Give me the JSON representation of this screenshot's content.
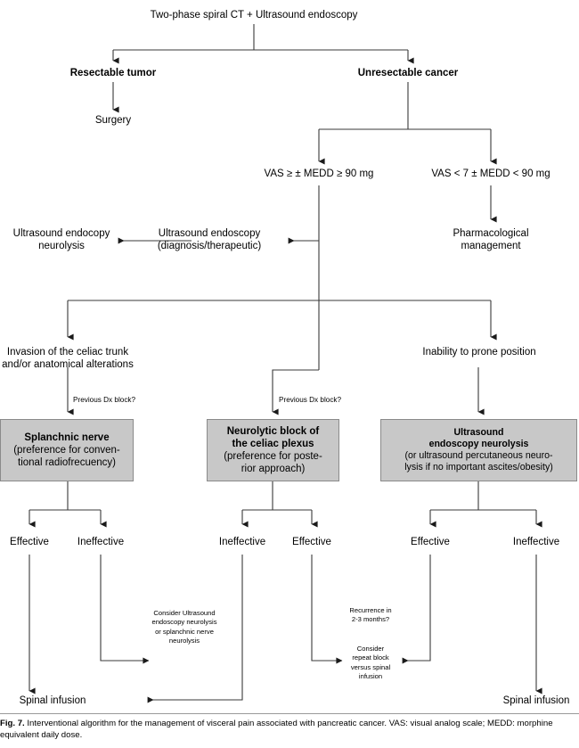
{
  "figure": {
    "label": "Fig. 7.",
    "caption": "Interventional algorithm for the management of visceral pain associated with pancreatic cancer. VAS: visual analog scale; MEDD: morphine equivalent daily dose."
  },
  "nodes": {
    "root": "Two-phase spiral CT + Ultrasound endoscopy",
    "resectable": "Resectable tumor",
    "surgery": "Surgery",
    "unresectable": "Unresectable cancer",
    "vas_high": "VAS ≥ ± MEDD ≥ 90 mg",
    "vas_low": "VAS < 7 ± MEDD < 90 mg",
    "us_endoscopy": "Ultrasound endoscopy\n(diagnosis/therapeutic)",
    "us_neurolysis": "Ultrasound endocopy\nneurolysis",
    "pharmacological": "Pharmacological\nmanagement",
    "invasion": "Invasion of the celiac trunk\nand/or anatomical alterations",
    "inability": "Inability to prone position",
    "prev_dx_1": "Previous Dx block?",
    "prev_dx_2": "Previous Dx block?",
    "consider_us": "Consider Ultrasound\nendoscopy neurolysis\nor splanchnic nerve\nneurolysis",
    "recurrence": "Recurrence in\n2-3 months?",
    "consider_repeat": "Consider\nrepeat block\nversus spinal\ninfusion",
    "spinal_left": "Spinal infusion",
    "spinal_right": "Spinal infusion"
  },
  "boxes": [
    {
      "id": "splanchnic",
      "head": "Splanchnic nerve",
      "sub": "(preference for conven-\ntional radiofrecuency)"
    },
    {
      "id": "neurolytic",
      "head": "Neurolytic block of\nthe celiac plexus",
      "sub": "(preference for poste-\nrior approach)"
    },
    {
      "id": "ultrasound",
      "head": "Ultrasound\nendoscopy neurolysis",
      "sub": "(or ultrasound percutaneous neuro-\nlysis if no important ascites/obesity)"
    }
  ],
  "outcomes": {
    "splanchnic_left": "Effective",
    "splanchnic_right": "Ineffective",
    "neurolytic_left": "Ineffective",
    "neurolytic_right": "Effective",
    "ultrasound_left": "Effective",
    "ultrasound_right": "Ineffective"
  },
  "colors": {
    "box_fill": "#c8c8c8",
    "box_border": "#8a8a8a",
    "line": "#333333",
    "text": "#000000",
    "background": "#ffffff"
  }
}
